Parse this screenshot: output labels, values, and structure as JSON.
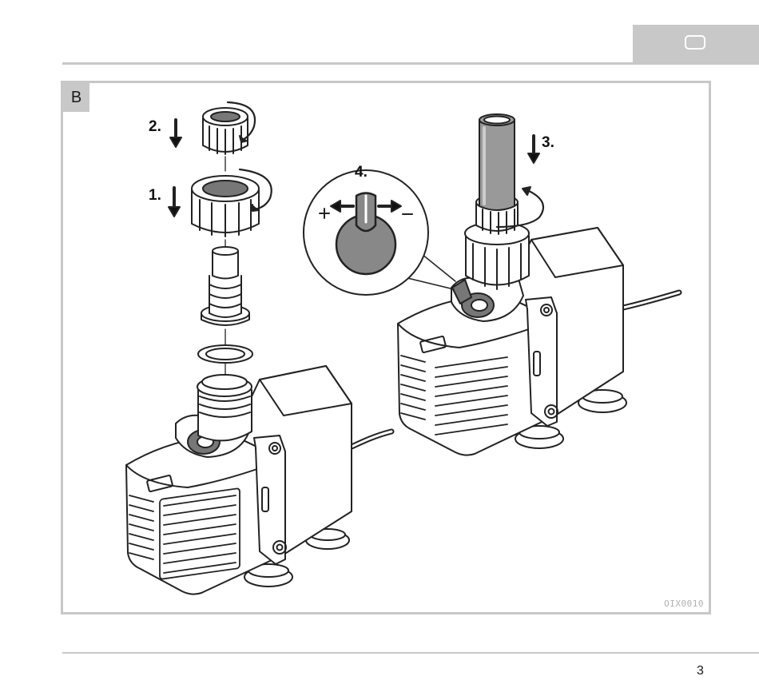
{
  "header": {
    "tab_icon": "display-icon"
  },
  "figure": {
    "label": "B",
    "code": "OIX0010",
    "steps": {
      "step1": "1.",
      "step2": "2.",
      "step3": "3.",
      "step4": "4."
    },
    "adjuster_plus": "+",
    "adjuster_minus": "–"
  },
  "footer": {
    "page_number": "3"
  },
  "colors": {
    "rule": "#c8c8c8",
    "panel_gray": "#c8c8c8",
    "line": "#222222"
  }
}
